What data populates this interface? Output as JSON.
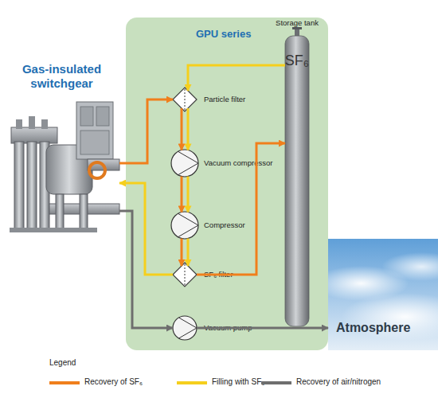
{
  "diagram": {
    "nodes": [
      {
        "text": [
          "GPU series"
        ]
      },
      {
        "text": [
          "Gas-insulated switchgear"
        ]
      },
      {
        "text": [
          "Particle filter"
        ],
        "in": 0
      },
      {
        "text": [
          "Vacuum compressor"
        ],
        "in": 0
      },
      {
        "text": [
          "Compressor"
        ],
        "in": 0
      },
      {
        "text": [
          "SF₆ filter"
        ],
        "in": 0
      },
      {
        "text": [
          "Vacuum pump"
        ],
        "in": 0
      },
      {
        "text": [
          "Storage tank",
          "SF₆"
        ],
        "in": 0
      },
      {
        "text": [
          "Atmosphere"
        ]
      }
    ],
    "edges": [
      {
        "from": 1,
        "to": 2,
        "arrow": "to"
      },
      {
        "from": 2,
        "to": 3,
        "arrow": "to"
      },
      {
        "from": 3,
        "to": 4,
        "arrow": "to"
      },
      {
        "from": 4,
        "to": 5,
        "arrow": "to"
      },
      {
        "from": 5,
        "to": 7,
        "arrow": "to"
      },
      {
        "from": 7,
        "to": 2,
        "arrow": "to"
      },
      {
        "from": 2,
        "to": 3,
        "arrow": "to"
      },
      {
        "from": 3,
        "to": 4,
        "arrow": "to"
      },
      {
        "from": 4,
        "to": 5,
        "arrow": "to"
      },
      {
        "from": 5,
        "to": 1,
        "arrow": "to"
      },
      {
        "from": 1,
        "to": 6,
        "arrow": "to"
      },
      {
        "from": 6,
        "to": 8,
        "arrow": "to"
      }
    ],
    "labels": [
      "Legend"
    ],
    "legend": [
      {
        "text": "Recovery of SF₆"
      },
      {
        "text": "Filling with SF₆"
      },
      {
        "text": "Recovery of air/nitrogen"
      }
    ]
  }
}
